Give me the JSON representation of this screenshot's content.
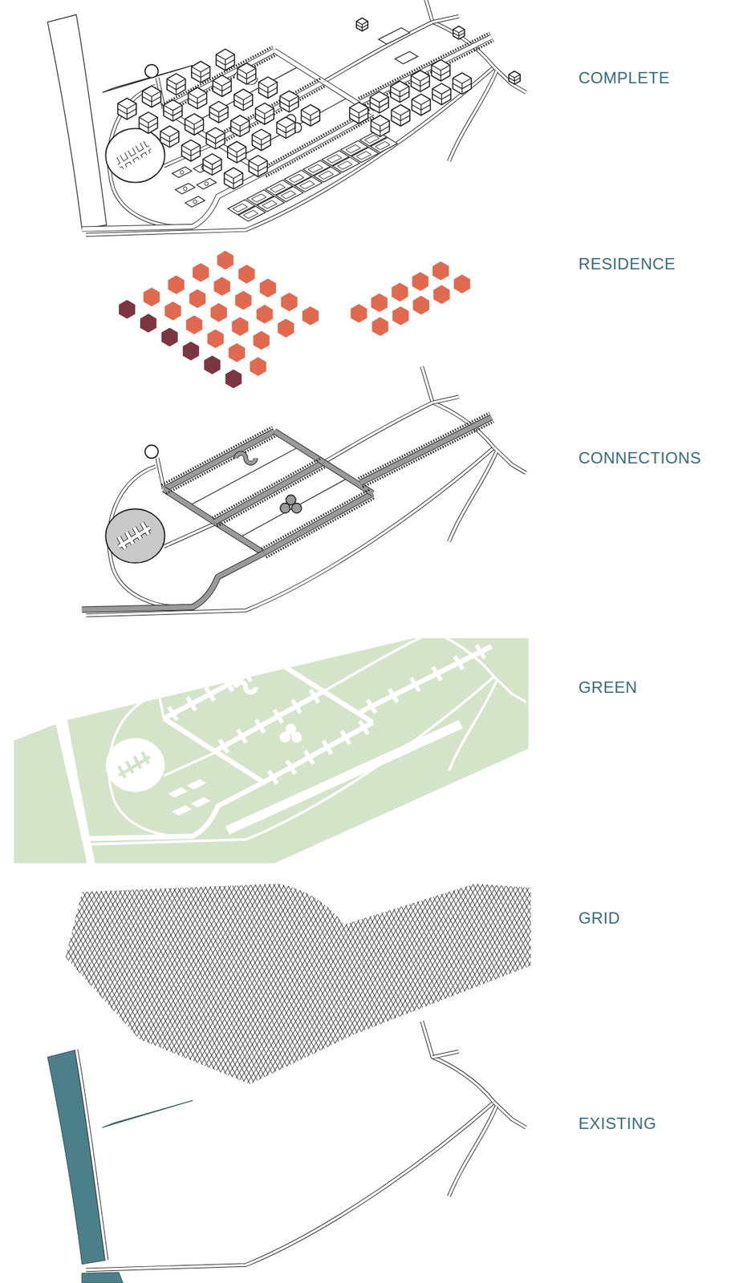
{
  "diagram": {
    "labels": [
      "COMPLETE",
      "RESIDENCE",
      "CONNECTIONS",
      "GREEN",
      "GRID",
      "EXISTING"
    ]
  }
}
